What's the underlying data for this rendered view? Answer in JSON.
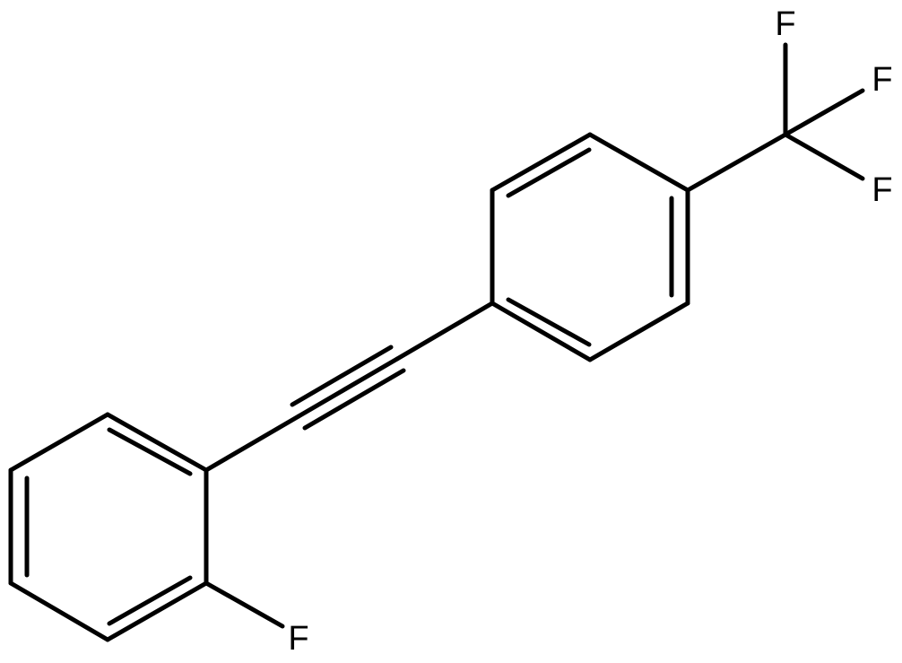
{
  "atoms": {
    "fluorine_ortho": "F",
    "fluorine_cf3_top": "F",
    "fluorine_cf3_right": "F",
    "fluorine_cf3_lower": "F"
  },
  "colors": {
    "bond": "#000000",
    "label": "#000000",
    "background": "#ffffff"
  }
}
